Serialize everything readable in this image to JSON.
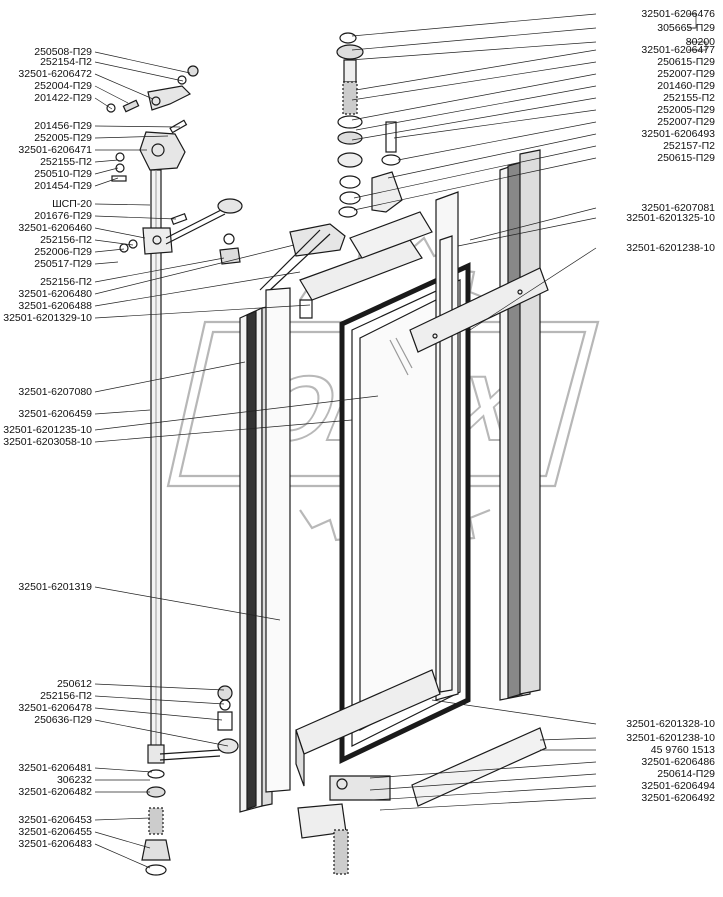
{
  "watermark": "OPEX",
  "labels_left": [
    "250508-П29",
    "252154-П2",
    "32501-6206472",
    "252004-П29",
    "201422-П29",
    "201456-П29",
    "252005-П29",
    "32501-6206471",
    "252155-П2",
    "250510-П29",
    "201454-П29",
    "ШСП-20",
    "201676-П29",
    "32501-6206460",
    "252156-П2",
    "252006-П29",
    "250517-П29",
    "252156-П2",
    "32501-6206480",
    "32501-6206488",
    "32501-6201329-10",
    "32501-6207080",
    "32501-6206459",
    "32501-6201235-10",
    "32501-6203058-10",
    "32501-6201319",
    "250612",
    "252156-П2",
    "32501-6206478",
    "250636-П29",
    "32501-6206481",
    "306232",
    "32501-6206482",
    "32501-6206453",
    "32501-6206455",
    "32501-6206483"
  ],
  "labels_right": [
    "32501-6206476",
    "305665-П29",
    "80200",
    "32501-6206477",
    "250615-П29",
    "252007-П29",
    "201460-П29",
    "252155-П2",
    "252005-П29",
    "252007-П29",
    "32501-6206493",
    "252157-П2",
    "250615-П29",
    "32501-6207081",
    "32501-6201325-10",
    "32501-6201238-10",
    "32501-6201328-10",
    "32501-6201238-10",
    "45 9760 1513",
    "32501-6206486",
    "250614-П29",
    "32501-6206494",
    "32501-6206492"
  ]
}
